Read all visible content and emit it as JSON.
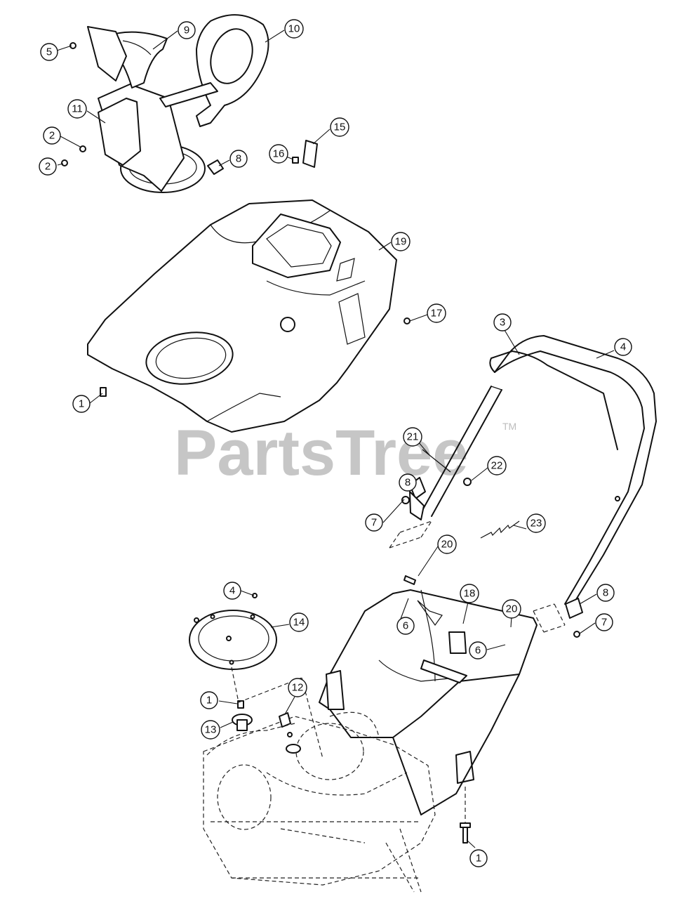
{
  "watermark": {
    "text": "PartsTree",
    "mark": "TM"
  },
  "callouts": [
    {
      "id": "c-5",
      "label": "5"
    },
    {
      "id": "c-9",
      "label": "9"
    },
    {
      "id": "c-10",
      "label": "10"
    },
    {
      "id": "c-11",
      "label": "11"
    },
    {
      "id": "c-2a",
      "label": "2"
    },
    {
      "id": "c-2b",
      "label": "2"
    },
    {
      "id": "c-8a",
      "label": "8"
    },
    {
      "id": "c-16",
      "label": "16"
    },
    {
      "id": "c-15",
      "label": "15"
    },
    {
      "id": "c-19",
      "label": "19"
    },
    {
      "id": "c-17",
      "label": "17"
    },
    {
      "id": "c-1a",
      "label": "1"
    },
    {
      "id": "c-3",
      "label": "3"
    },
    {
      "id": "c-4a",
      "label": "4"
    },
    {
      "id": "c-21",
      "label": "21"
    },
    {
      "id": "c-22",
      "label": "22"
    },
    {
      "id": "c-8b",
      "label": "8"
    },
    {
      "id": "c-7a",
      "label": "7"
    },
    {
      "id": "c-23",
      "label": "23"
    },
    {
      "id": "c-20a",
      "label": "20"
    },
    {
      "id": "c-18",
      "label": "18"
    },
    {
      "id": "c-4b",
      "label": "4"
    },
    {
      "id": "c-14",
      "label": "14"
    },
    {
      "id": "c-6a",
      "label": "6"
    },
    {
      "id": "c-20b",
      "label": "20"
    },
    {
      "id": "c-8c",
      "label": "8"
    },
    {
      "id": "c-7b",
      "label": "7"
    },
    {
      "id": "c-6b",
      "label": "6"
    },
    {
      "id": "c-1b",
      "label": "1"
    },
    {
      "id": "c-12",
      "label": "12"
    },
    {
      "id": "c-13",
      "label": "13"
    },
    {
      "id": "c-1c",
      "label": "1"
    }
  ]
}
